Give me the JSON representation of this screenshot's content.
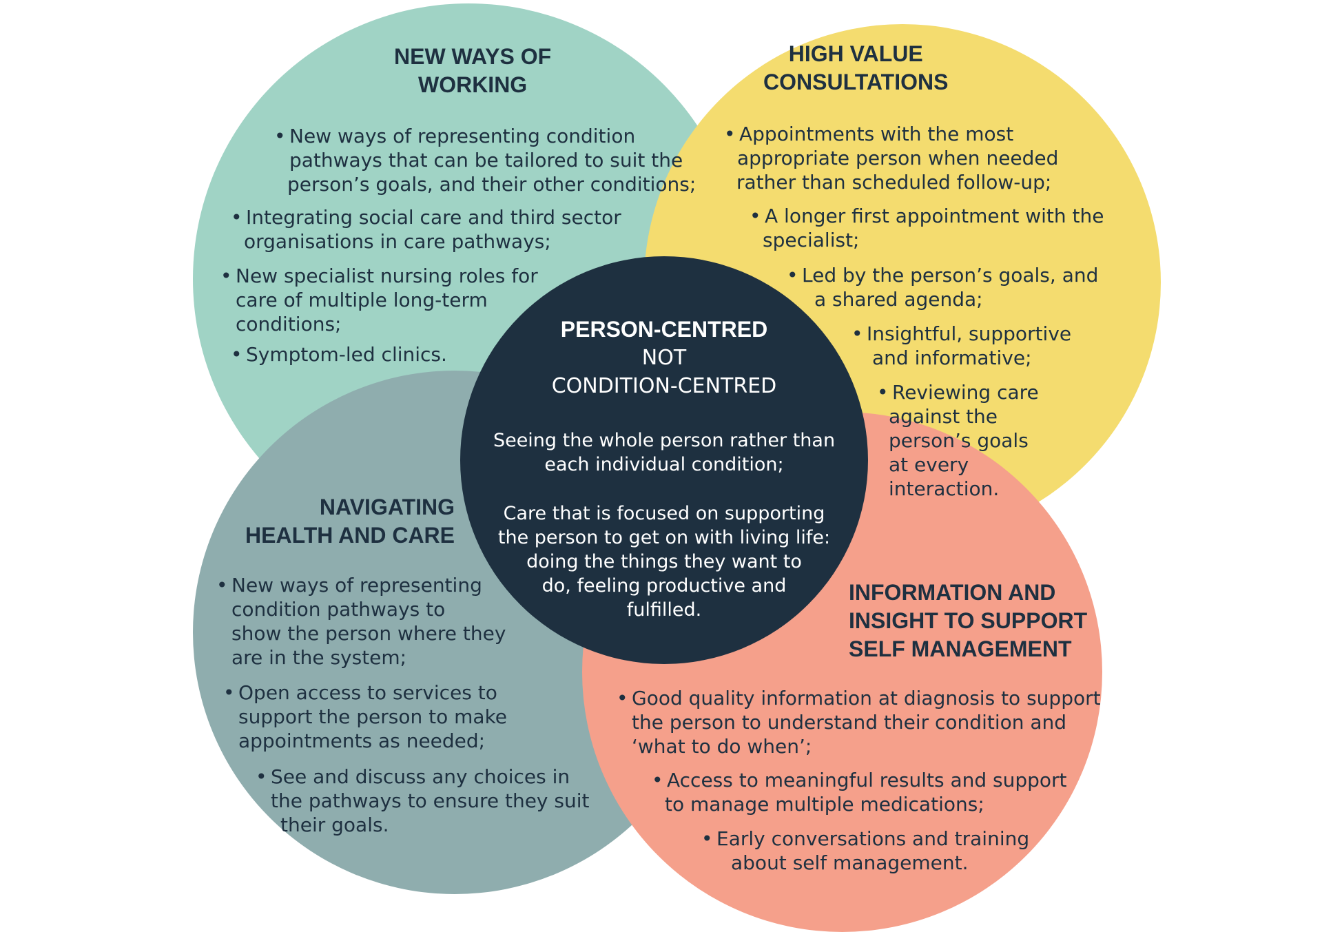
{
  "colors": {
    "new_ways": "#a0d3c5",
    "high_value": "#f4dc6f",
    "navigating": "#8fadae",
    "information": "#f5a08b",
    "center": "#1e3040",
    "text_dark": "#1e3040",
    "text_light": "#ffffff"
  },
  "center": {
    "heading": [
      "PERSON-CENTRED",
      "NOT",
      "CONDITION-CENTRED"
    ],
    "paragraphs": [
      [
        "Seeing the whole person rather than",
        "each individual condition;"
      ],
      [
        "Care that is focused on supporting",
        "the person to get on with living life:",
        "doing the things they want to",
        "do, feeling productive and",
        "fulfilled."
      ]
    ]
  },
  "new_ways": {
    "heading": [
      "NEW WAYS OF",
      "WORKING"
    ],
    "bullets": [
      [
        "New ways of representing condition",
        "pathways that can be tailored to suit the",
        "person’s goals, and their other conditions;"
      ],
      [
        "Integrating social care and third sector",
        "organisations in care pathways;"
      ],
      [
        "New specialist nursing roles for",
        "care of multiple long-term",
        "conditions;"
      ],
      [
        "Symptom-led clinics."
      ]
    ]
  },
  "high_value": {
    "heading": [
      "HIGH VALUE",
      "CONSULTATIONS"
    ],
    "bullets": [
      [
        "Appointments with the most",
        "appropriate person when needed",
        "rather than scheduled follow-up;"
      ],
      [
        "A longer first appointment with the",
        "specialist;"
      ],
      [
        "Led by the person’s goals, and",
        "a shared agenda;"
      ],
      [
        "Insightful, supportive",
        "and informative;"
      ],
      [
        "Reviewing care",
        "against the",
        "person’s goals",
        "at every",
        "interaction."
      ]
    ]
  },
  "navigating": {
    "heading": [
      "NAVIGATING",
      "HEALTH AND CARE"
    ],
    "bullets": [
      [
        "New ways of representing",
        "condition pathways to",
        "show the person where they",
        "are in the system;"
      ],
      [
        "Open access to services to",
        "support the person to make",
        "appointments as needed;"
      ],
      [
        "See and discuss any choices in",
        "the pathways to ensure they suit",
        "their goals."
      ]
    ]
  },
  "information": {
    "heading": [
      "INFORMATION AND",
      "INSIGHT TO SUPPORT",
      "SELF MANAGEMENT"
    ],
    "bullets": [
      [
        "Good quality information at diagnosis to support",
        "the person to understand their condition and",
        "‘what to do when’;"
      ],
      [
        "Access to meaningful results and support",
        "to manage multiple medications;"
      ],
      [
        "Early conversations and training",
        "about self management."
      ]
    ]
  }
}
